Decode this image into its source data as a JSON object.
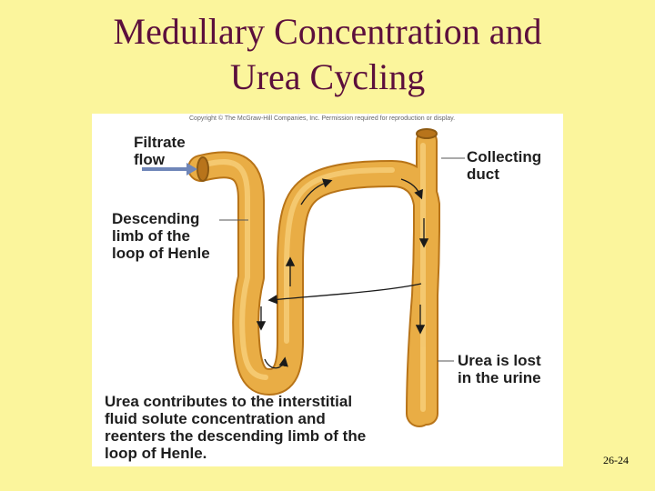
{
  "slide": {
    "title_line1": "Medullary Concentration and",
    "title_line2": "Urea Cycling",
    "page_number": "26-24"
  },
  "figure": {
    "copyright": "Copyright © The McGraw-Hill Companies, Inc. Permission required for reproduction or display.",
    "labels": {
      "filtrate_flow": [
        "Filtrate",
        "flow"
      ],
      "collecting_duct": [
        "Collecting",
        "duct"
      ],
      "descending_limb": [
        "Descending",
        "limb of the",
        "loop of Henle"
      ],
      "urea_lost": [
        "Urea is lost",
        "in the urine"
      ]
    },
    "caption": [
      "Urea contributes to the interstitial",
      "fluid solute concentration and",
      "reenters the descending limb of the",
      "loop of Henle."
    ]
  },
  "colors": {
    "background": "#fbf59c",
    "title": "#5c0f3c",
    "tubule": "#e0a03c",
    "tubule_edge": "#b87418",
    "arrow": "#1a1a1a",
    "flow_arrow": "#6f86b8"
  }
}
